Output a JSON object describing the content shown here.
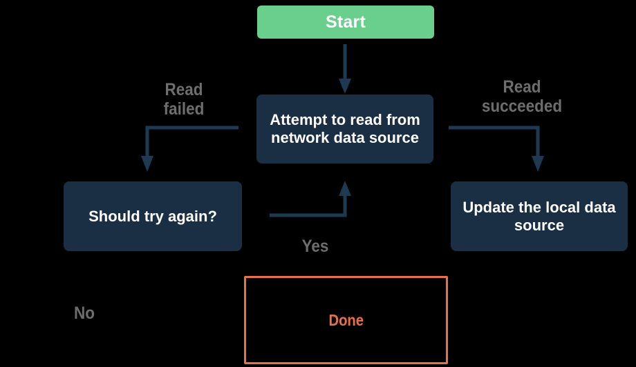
{
  "diagram": {
    "type": "flowchart",
    "background_color": "#000000",
    "palette": {
      "start_fill": "#6ACE8C",
      "process_fill": "#1A2E44",
      "terminal_border": "#E8714A",
      "terminal_text": "#E8714A",
      "node_text": "#FFFFFF",
      "edge_color": "#1E3A52",
      "edge_label_text": "#6E6E6E"
    },
    "nodes": [
      {
        "id": "start",
        "label": "Start"
      },
      {
        "id": "attempt",
        "label": "Attempt to read from\nnetwork data source"
      },
      {
        "id": "retry",
        "label": "Should try again?"
      },
      {
        "id": "update",
        "label": "Update the local data\nsource"
      },
      {
        "id": "done",
        "label": "Done"
      }
    ],
    "edges": [
      {
        "id": "start-to-attempt",
        "from": "start",
        "to": "attempt",
        "label": ""
      },
      {
        "id": "attempt-to-retry",
        "from": "attempt",
        "to": "retry",
        "label": "Read\nfailed"
      },
      {
        "id": "attempt-to-update",
        "from": "attempt",
        "to": "update",
        "label": "Read\nsucceeded"
      },
      {
        "id": "retry-to-attempt",
        "from": "retry",
        "to": "attempt",
        "label": "Yes"
      },
      {
        "id": "retry-to-done",
        "from": "retry",
        "to": "done",
        "label": "No"
      }
    ],
    "edge_labels": {
      "read_failed": "Read\nfailed",
      "read_succeeded": "Read\nsucceeded",
      "yes": "Yes",
      "no": "No"
    }
  }
}
